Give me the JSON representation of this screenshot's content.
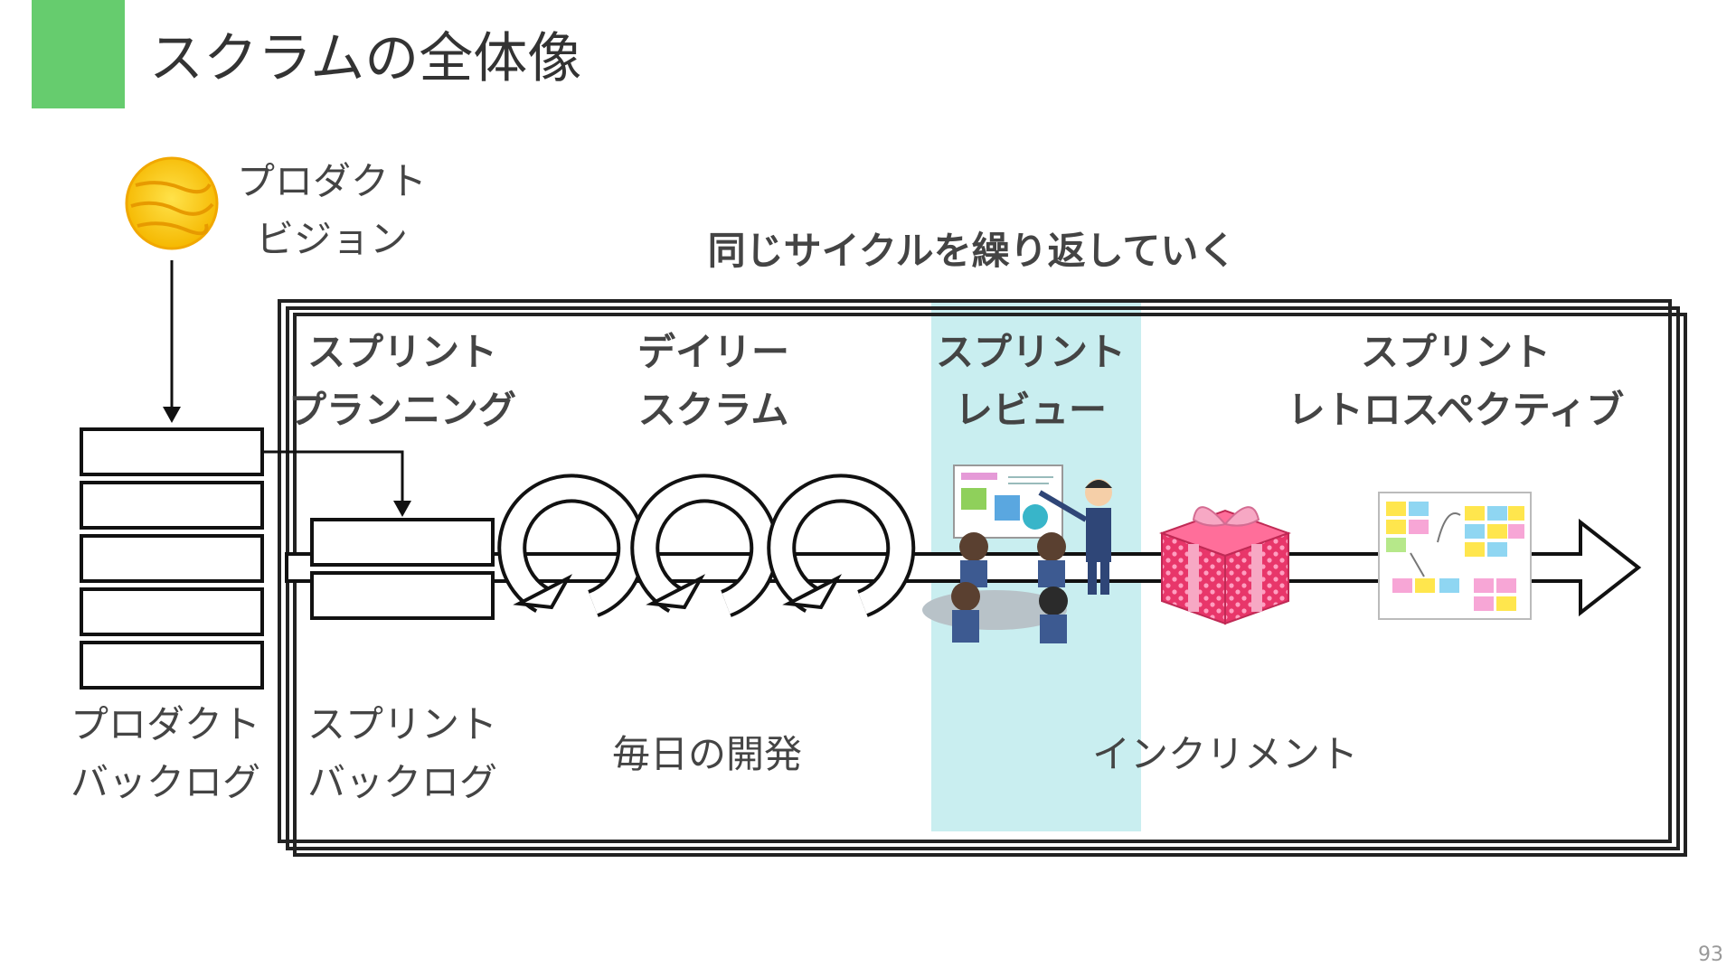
{
  "slide": {
    "title": "スクラムの全体像",
    "page_number": "93",
    "accent_color": "#66cc6e",
    "highlight_color": "#c9eef0"
  },
  "vision": {
    "line1": "プロダクト",
    "line2": "ビジョン",
    "icon": "sun-icon"
  },
  "cycle": {
    "caption": "同じサイクルを繰り返していく"
  },
  "events": {
    "planning": {
      "line1": "スプリント",
      "line2": "プランニング"
    },
    "daily": {
      "line1": "デイリー",
      "line2": "スクラム"
    },
    "review": {
      "line1": "スプリント",
      "line2": "レビュー",
      "icon": "presentation-meeting-icon"
    },
    "retro": {
      "line1": "スプリント",
      "line2": "レトロスペクティブ",
      "icon": "sticky-note-board-icon"
    }
  },
  "artifacts": {
    "product_backlog": {
      "line1": "プロダクト",
      "line2": "バックログ"
    },
    "sprint_backlog": {
      "line1": "スプリント",
      "line2": "バックログ"
    },
    "daily_dev": "毎日の開発",
    "increment": {
      "label": "インクリメント",
      "icon": "gift-box-icon"
    }
  }
}
